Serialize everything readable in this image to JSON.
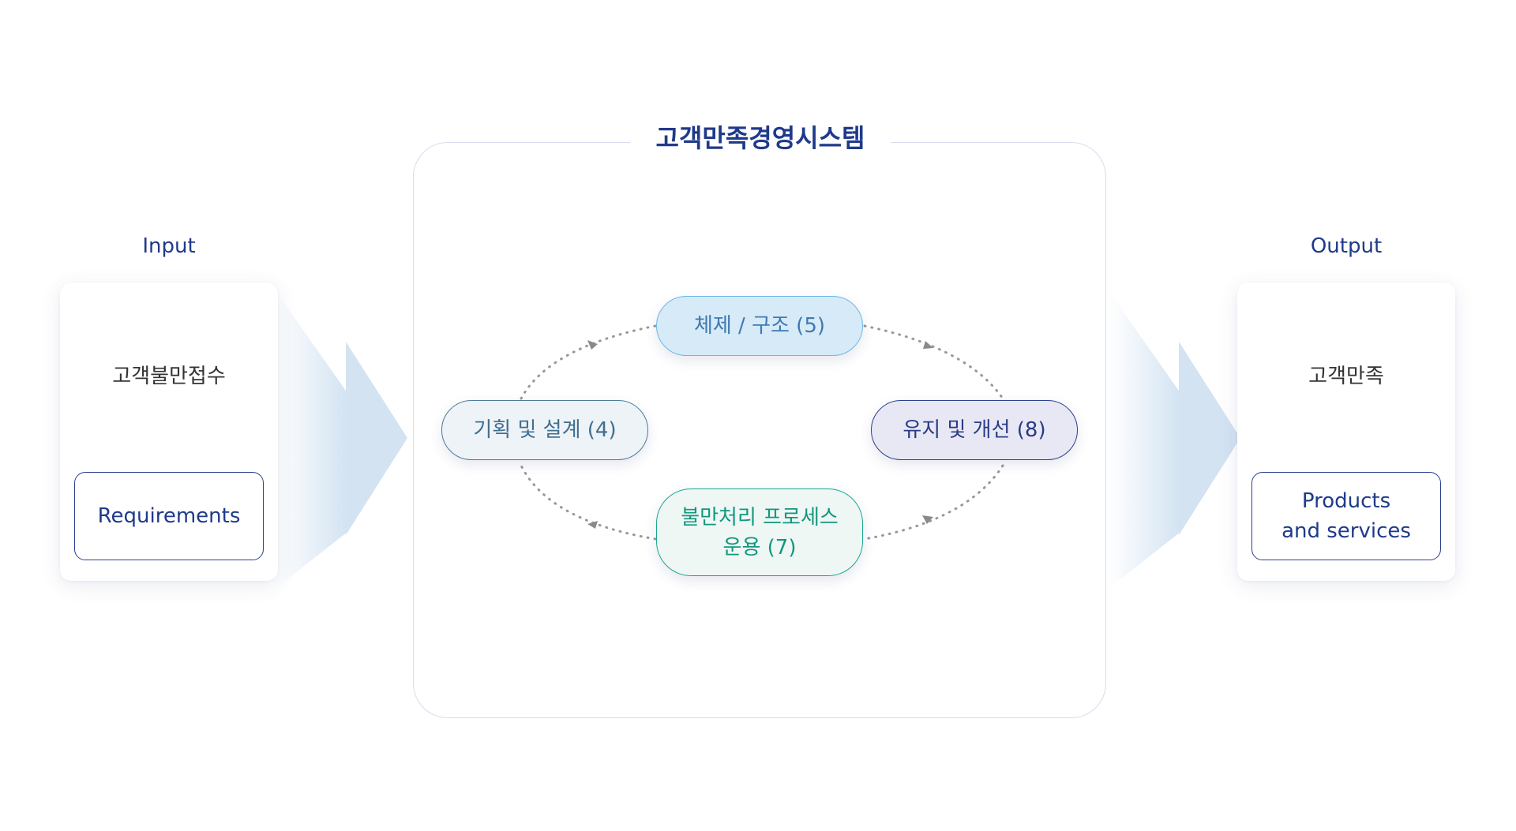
{
  "input": {
    "label": "Input",
    "title": "고객불만접수",
    "box_text": "Requirements"
  },
  "output": {
    "label": "Output",
    "title": "고객만족",
    "box_text": "Products\nand services"
  },
  "system": {
    "title": "고객만족경영시스템",
    "stages": {
      "top": "체제 / 구조 (5)",
      "left": "기획 및 설계 (4)",
      "right": "유지 및 개선 (8)",
      "bottom": "불만처리 프로세스\n운용 (7)"
    }
  },
  "colors": {
    "accent_navy": "#1f3a8a",
    "arrow_blue": "#d3e3f2",
    "frame_border": "#d8dbee",
    "dotted_line": "#999999"
  }
}
